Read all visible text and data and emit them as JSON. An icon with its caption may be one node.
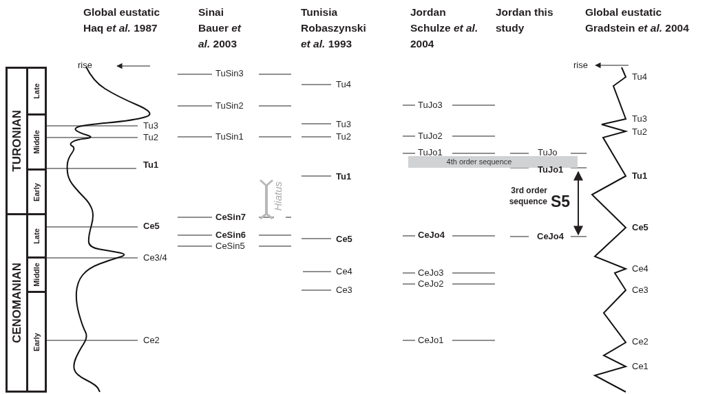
{
  "diagram": {
    "nodes": [
      {
        "text": [
          "TURONIAN"
        ]
      },
      {
        "text": [
          "Late"
        ]
      },
      {
        "text": [
          "Middle"
        ]
      },
      {
        "text": [
          "Early"
        ]
      },
      {
        "text": [
          "CENOMANIAN"
        ]
      },
      {
        "text": [
          "Late"
        ]
      },
      {
        "text": [
          "Middle"
        ]
      },
      {
        "text": [
          "Early"
        ]
      },
      {
        "text": [
          "4th order sequence"
        ]
      }
    ],
    "labels": [
      "Global eustatic Haq *et al.* 1987",
      "Sinai Bauer *et al.* 2003",
      "Tunisia Robaszynski *et al.* 1993",
      "Jordan Schulze *et al.* 2004",
      "Jordan this study",
      "Global eustatic Gradstein *et al.* 2004",
      "rise",
      "Tu3",
      "Tu2",
      "Tu1",
      "Ce5",
      "Ce3/4",
      "Ce2",
      "TuSin3",
      "TuSin2",
      "TuSin1",
      "CeSin7",
      "CeSin6",
      "CeSin5",
      "Hiatus",
      "Tu4",
      "Tu3",
      "Tu2",
      "Tu1",
      "Ce5",
      "Ce4",
      "Ce3",
      "TuJo3",
      "TuJo2",
      "TuJo1",
      "CeJo4",
      "CeJo3",
      "CeJo2",
      "CeJo1",
      "TuJo",
      "TuJo1",
      "3rd order sequence",
      "S5",
      "CeJo4",
      "rise",
      "Tu4",
      "Tu3",
      "Tu2",
      "Tu1",
      "Ce5",
      "Ce4",
      "Ce3",
      "Ce2",
      "Ce1"
    ]
  }
}
